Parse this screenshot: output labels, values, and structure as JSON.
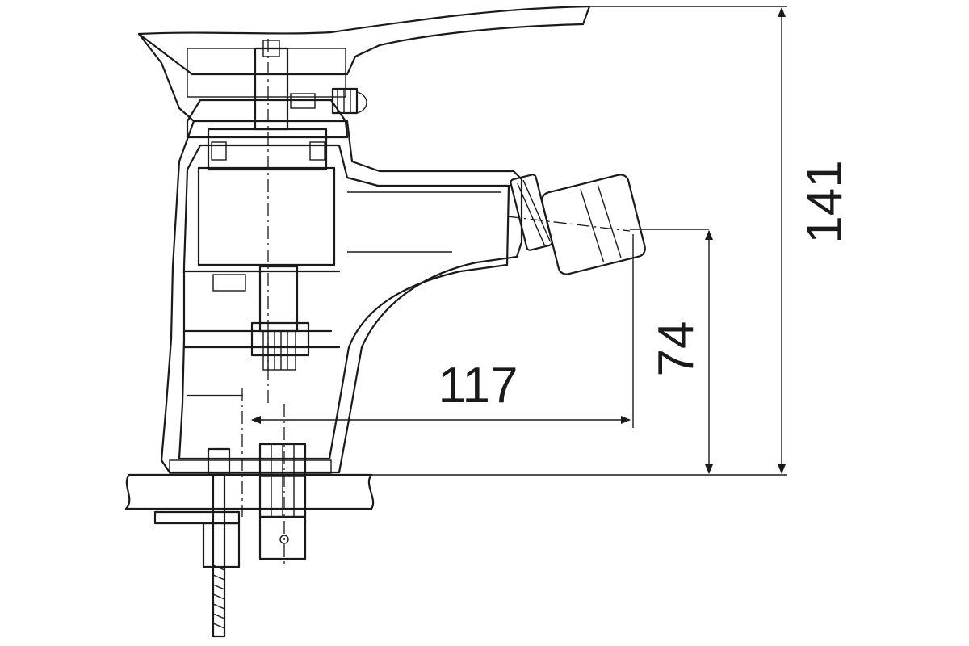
{
  "dimensions": {
    "width_label": "117",
    "spout_height_label": "74",
    "total_height_label": "141"
  }
}
